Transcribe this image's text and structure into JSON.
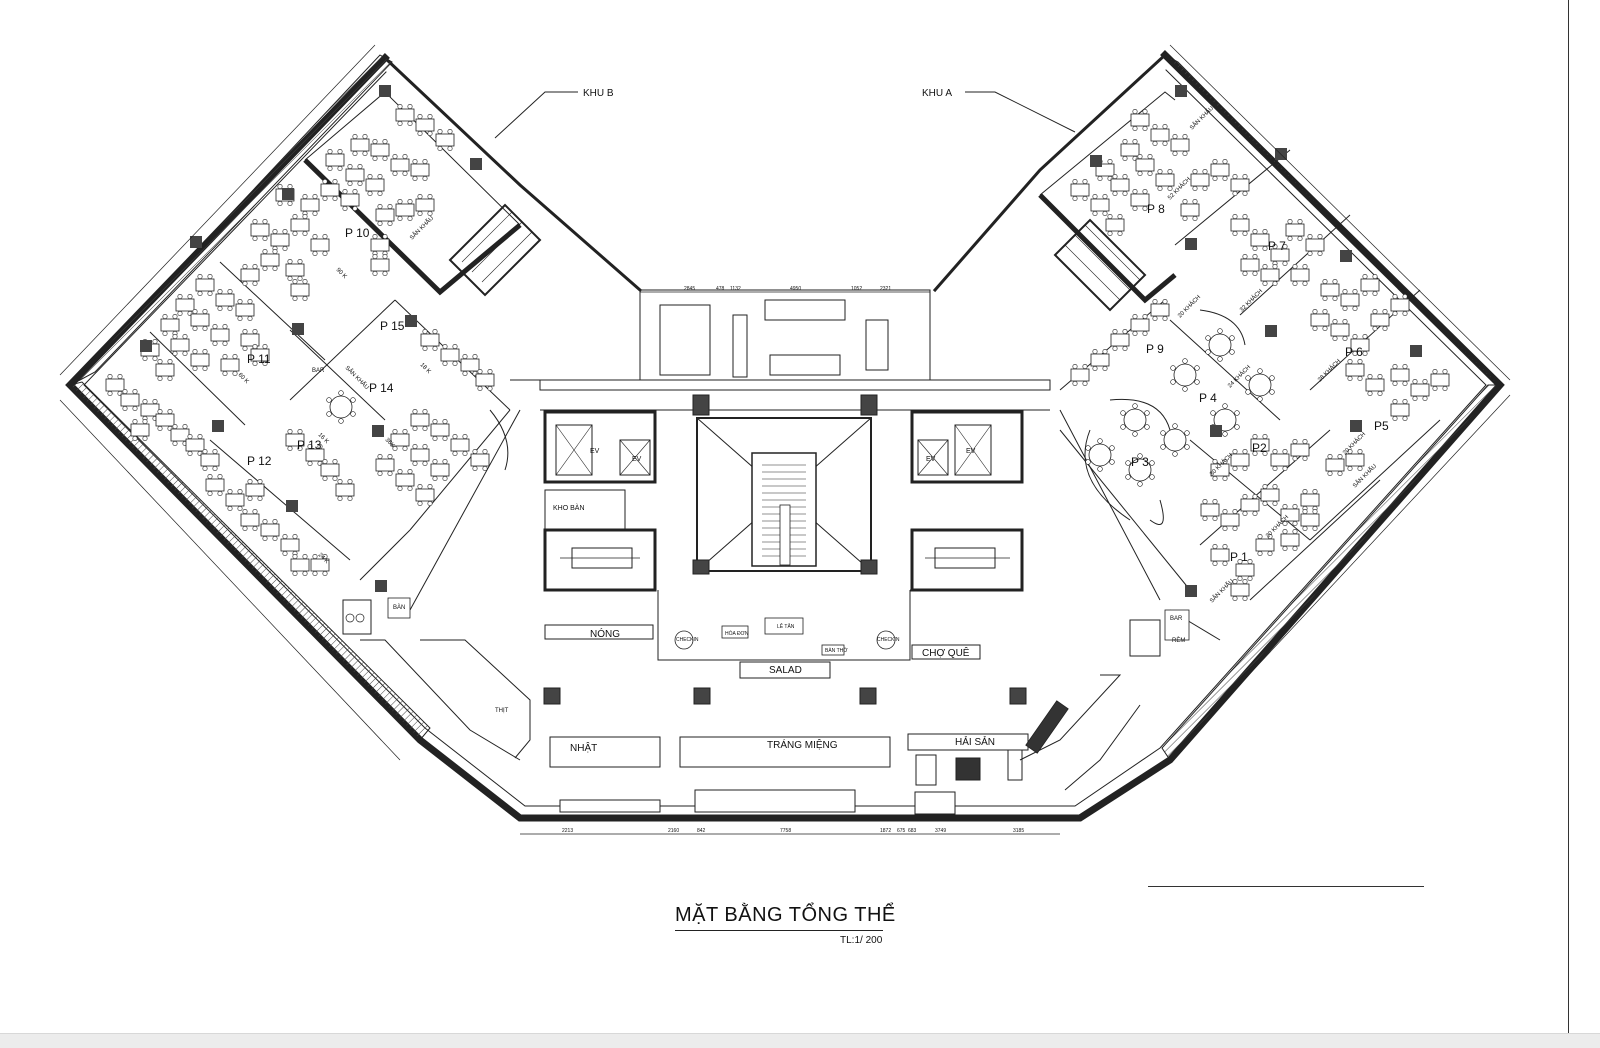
{
  "drawing": {
    "title": "MẶT BẰNG TỔNG THỂ",
    "scale": "TL:1/ 200"
  },
  "zones": {
    "khu_a": "KHU A",
    "khu_b": "KHU B"
  },
  "rooms": {
    "p1": "P 1",
    "p2": "P2",
    "p3": "P 3",
    "p4": "P 4",
    "p5": "P5",
    "p6": "P 6",
    "p7": "P 7",
    "p8": "P 8",
    "p9": "P 9",
    "p10": "P 10",
    "p11": "P 11",
    "p12": "P 12",
    "p13": "P 13",
    "p14": "P 14",
    "p15": "P 15"
  },
  "stations": {
    "nong": "NÓNG",
    "salad": "SALAD",
    "cho_que": "CHỢ QUÊ",
    "nhat": "NHẬT",
    "trang_mieng": "TRÁNG MIỆNG",
    "hai_san": "HẢI SẢN",
    "kho_ban": "KHO BÀN",
    "le_tan": "LỄ TÂN",
    "hoa_don": "HÓA ĐƠN",
    "ban_tho": "BÀN THỜ",
    "checkin_left": "CHECKIN",
    "checkin_right": "CHECKIN",
    "bar_left": "BAR",
    "bar_right": "BAR",
    "rem": "RÈM",
    "ban": "BÀN",
    "thit": "THỊT",
    "ev1": "EV",
    "ev2": "EV",
    "ev3": "EV",
    "ev4": "EV"
  },
  "stage_labels": {
    "stage_b": "SÂN KHẤU",
    "stage_p14": "SÂN KHẤU",
    "stage_a": "SÂN KHẤU",
    "stage_p5": "SÂN KHẤU",
    "stage_p1": "SÂN KHẤU"
  },
  "capacity_labels": {
    "c52": "52 KHÁCH",
    "c32": "32 KHÁCH",
    "c28": "28 KHÁCH",
    "c20a": "20 KHÁCH",
    "c24": "24 KHÁCH",
    "c30": "30 KHÁCH",
    "c20b": "20 KHÁCH",
    "c20c": "20 KHÁCH",
    "c90k": "90 K",
    "c60k": "60 K",
    "c36k": "36K",
    "c16k": "16 K",
    "c24k": "24 K",
    "c18k": "18 K"
  },
  "dimensions": {
    "bottom": [
      "2213",
      "2160",
      "842",
      "7758",
      "1872",
      "675",
      "683",
      "3749",
      "3185"
    ],
    "top": [
      "2845",
      "478",
      "1132",
      "4950",
      "1052",
      "2321"
    ]
  }
}
